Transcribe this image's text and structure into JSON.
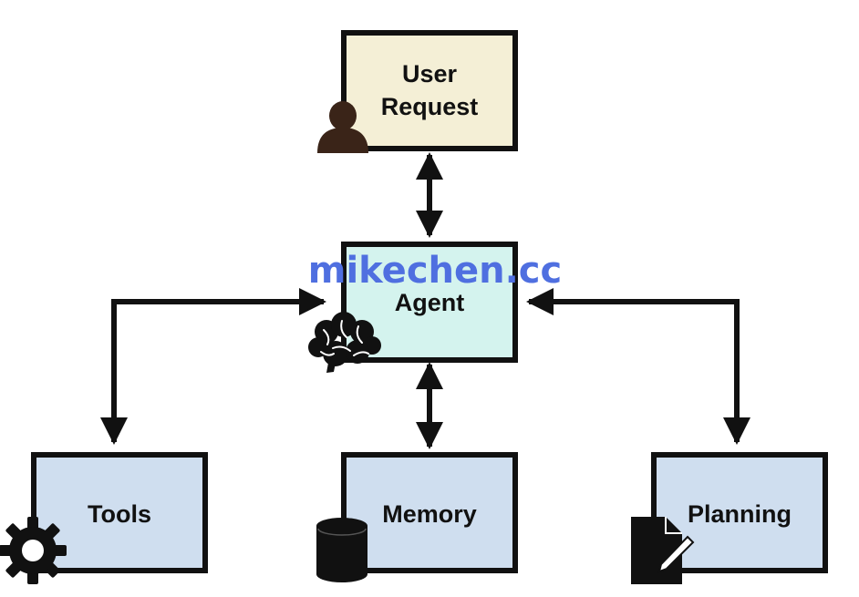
{
  "nodes": {
    "user_request": {
      "line1": "User",
      "line2": "Request",
      "fill": "#f4efd6",
      "icon": "user-icon"
    },
    "agent": {
      "label": "Agent",
      "fill": "#d4f3ee",
      "icon": "brain-icon"
    },
    "tools": {
      "label": "Tools",
      "fill": "#cfdeef",
      "icon": "gear-icon"
    },
    "memory": {
      "label": "Memory",
      "fill": "#cfdeef",
      "icon": "database-icon"
    },
    "planning": {
      "label": "Planning",
      "fill": "#cfdeef",
      "icon": "document-pen-icon"
    }
  },
  "colors": {
    "stroke": "#111111",
    "watermark": "#4f6fe0",
    "user_icon": "#3a2418"
  },
  "watermark": {
    "text": "mikechen.cc"
  }
}
